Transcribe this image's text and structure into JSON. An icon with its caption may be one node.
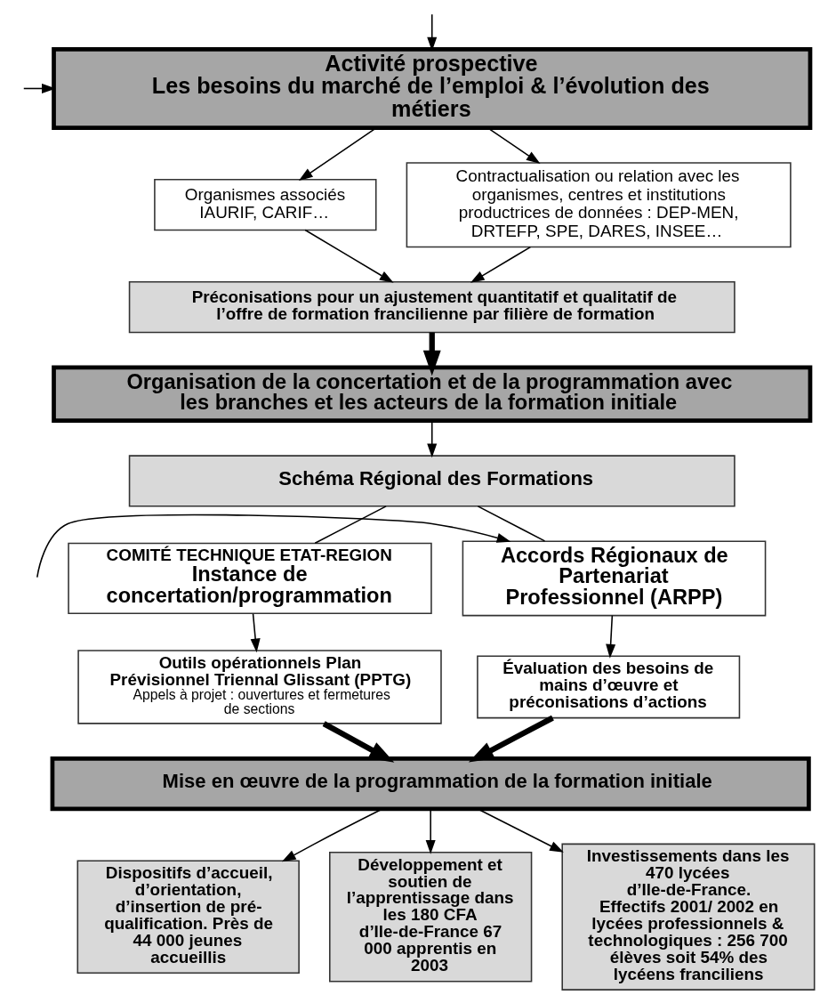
{
  "diagram": {
    "nodes": [
      {
        "text": [
          "Activité prospective",
          "Les besoins du marché de l’emploi & l’évolution des métiers"
        ]
      },
      {
        "text": [
          "Organismes associés IAURIF, CARIF…"
        ]
      },
      {
        "text": [
          "Contractualisation ou relation avec les organismes, centres et institutions productrices de données : DEP-MEN, DRTEFP, SPE, DARES, INSEE…"
        ]
      },
      {
        "text": [
          "Préconisations pour un ajustement quantitatif et qualitatif de l’offre de formation francilienne par filière de formation"
        ]
      },
      {
        "text": [
          "Organisation de la concertation et de la programmation avec les branches et les acteurs de la formation initiale"
        ]
      },
      {
        "text": [
          "Schéma Régional des Formations"
        ]
      },
      {
        "text": [
          "COMITÉ TECHNIQUE ETAT-REGION",
          "Instance de concertation/programmation"
        ]
      },
      {
        "text": [
          "Accords Régionaux de Partenariat Professionnel (ARPP)"
        ]
      },
      {
        "text": [
          "Outils opérationnels Plan Prévisionnel Triennal Glissant (PPTG)",
          "Appels à projet : ouvertures et fermetures de sections"
        ]
      },
      {
        "text": [
          "Évaluation des besoins de mains d’œuvre et préconisations d’actions"
        ]
      },
      {
        "text": [
          "Mise en œuvre de la programmation de la formation initiale"
        ]
      },
      {
        "text": [
          "Dispositifs d’accueil, d’orientation, d’insertion de pré- qualification. Près de 44 000 jeunes accueillis"
        ]
      },
      {
        "text": [
          "Développement et soutien de l’apprentissage dans les 180 CFA d’Ile-de-France 67 000 apprentis en 2003"
        ]
      },
      {
        "text": [
          "Investissements dans les 470 lycées d’Ile-de-France. Effectifs 2001/ 2002 en lycées professionnels & technologiques : 256 700 élèves soit 54% des lycéens franciliens"
        ]
      }
    ],
    "edges": [
      {
        "from": null,
        "to": 0,
        "arrow": "to"
      },
      {
        "from": null,
        "to": 0,
        "arrow": "to"
      },
      {
        "from": 0,
        "to": 1,
        "arrow": "to"
      },
      {
        "from": 0,
        "to": 2,
        "arrow": "to"
      },
      {
        "from": 1,
        "to": 3,
        "arrow": "to"
      },
      {
        "from": 2,
        "to": 3,
        "arrow": "to"
      },
      {
        "from": 3,
        "to": 4,
        "arrow": "to",
        "style": "thick"
      },
      {
        "from": 4,
        "to": 5,
        "arrow": "to"
      },
      {
        "from": 5,
        "to": 6,
        "arrow": "none"
      },
      {
        "from": 5,
        "to": 7,
        "arrow": "none"
      },
      {
        "from": null,
        "to": 7,
        "arrow": "to"
      },
      {
        "from": 6,
        "to": 8,
        "arrow": "to"
      },
      {
        "from": 7,
        "to": 9,
        "arrow": "to"
      },
      {
        "from": 8,
        "to": 10,
        "arrow": "to",
        "style": "thick"
      },
      {
        "from": 9,
        "to": 10,
        "arrow": "to",
        "style": "thick"
      },
      {
        "from": 10,
        "to": 11,
        "arrow": "to"
      },
      {
        "from": 10,
        "to": 12,
        "arrow": "to"
      },
      {
        "from": 10,
        "to": 13,
        "arrow": "to"
      }
    ]
  }
}
